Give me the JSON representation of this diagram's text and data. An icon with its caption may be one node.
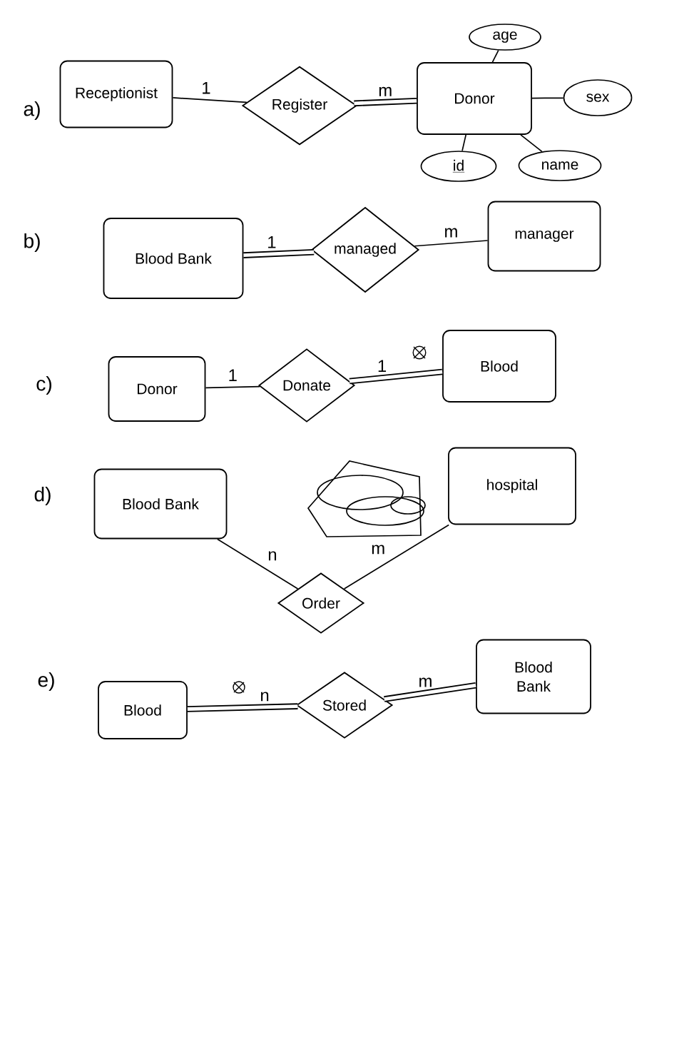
{
  "diagram": {
    "nodes": [
      {
        "text": [
          "Receptionist"
        ]
      },
      {
        "text": [
          "Register"
        ]
      },
      {
        "text": [
          "Donor"
        ]
      },
      {
        "text": [
          "age"
        ]
      },
      {
        "text": [
          "sex"
        ]
      },
      {
        "text": [
          "id"
        ]
      },
      {
        "text": [
          "name"
        ]
      },
      {
        "text": [
          "Blood Bank"
        ]
      },
      {
        "text": [
          "managed"
        ]
      },
      {
        "text": [
          "manager"
        ]
      },
      {
        "text": [
          "Donor"
        ]
      },
      {
        "text": [
          "Donate"
        ]
      },
      {
        "text": [
          "Blood"
        ]
      },
      {
        "text": [
          "Blood Bank"
        ]
      },
      {
        "text": [
          "hospital"
        ]
      },
      {
        "text": [
          "Order"
        ]
      },
      {
        "text": [
          "Blood"
        ]
      },
      {
        "text": [
          "Stored"
        ]
      },
      {
        "text": [
          "Blood Bank"
        ]
      }
    ],
    "edges": [
      {
        "from": 0,
        "to": 1,
        "arrow": "none",
        "label": "1"
      },
      {
        "from": 1,
        "to": 2,
        "arrow": "none",
        "label": "m",
        "style": "thick"
      },
      {
        "from": 2,
        "to": 3,
        "arrow": "none"
      },
      {
        "from": 2,
        "to": 4,
        "arrow": "none"
      },
      {
        "from": 2,
        "to": 5,
        "arrow": "none"
      },
      {
        "from": 2,
        "to": 6,
        "arrow": "none"
      },
      {
        "from": 7,
        "to": 8,
        "arrow": "none",
        "label": "1",
        "style": "thick"
      },
      {
        "from": 8,
        "to": 9,
        "arrow": "none",
        "label": "m"
      },
      {
        "from": 10,
        "to": 11,
        "arrow": "none",
        "label": "1"
      },
      {
        "from": 11,
        "to": 12,
        "arrow": "none",
        "label": "1",
        "style": "thick"
      },
      {
        "from": 13,
        "to": 15,
        "arrow": "none",
        "label": "n"
      },
      {
        "from": 15,
        "to": 14,
        "arrow": "none",
        "label": "m"
      },
      {
        "from": 16,
        "to": 17,
        "arrow": "none",
        "label": "n",
        "style": "thick"
      },
      {
        "from": 17,
        "to": 18,
        "arrow": "none",
        "label": "m",
        "style": "thick"
      }
    ],
    "labels": [
      "a)",
      "b)",
      "c)",
      "d)",
      "e)"
    ]
  }
}
